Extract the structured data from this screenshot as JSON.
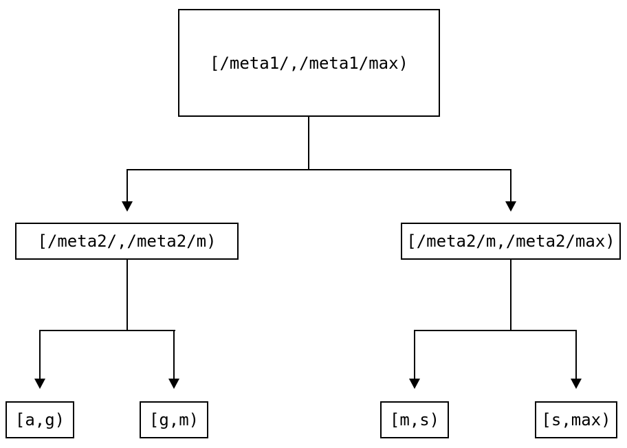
{
  "diagram": {
    "type": "tree",
    "colors": {
      "background": "#ffffff",
      "line": "#000000",
      "text": "#000000"
    },
    "nodes": {
      "root": {
        "label": "[/meta1/,/meta1/max)"
      },
      "left": {
        "label": "[/meta2/,/meta2/m)"
      },
      "right": {
        "label": "[/meta2/m,/meta2/max)"
      },
      "left_left": {
        "label": "[a,g)"
      },
      "left_right": {
        "label": "[g,m)"
      },
      "right_left": {
        "label": "[m,s)"
      },
      "right_right": {
        "label": "[s,max)"
      }
    },
    "edges": [
      {
        "from": "root",
        "to": "left"
      },
      {
        "from": "root",
        "to": "right"
      },
      {
        "from": "left",
        "to": "left_left"
      },
      {
        "from": "left",
        "to": "left_right"
      },
      {
        "from": "right",
        "to": "right_left"
      },
      {
        "from": "right",
        "to": "right_right"
      }
    ]
  }
}
